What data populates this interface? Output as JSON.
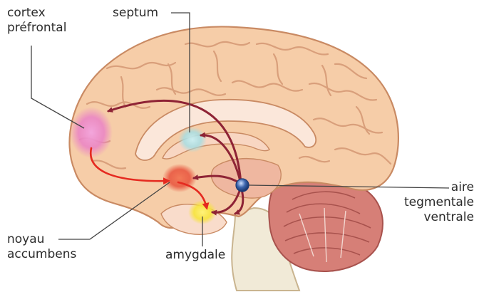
{
  "labels": {
    "cortex_prefrontal": [
      "cortex",
      "préfrontal"
    ],
    "septum": "septum",
    "aire_tegmentale_ventrale": [
      "aire",
      "tegmentale",
      "ventrale"
    ],
    "noyau_accumbens": [
      "noyau",
      "accumbens"
    ],
    "amygdale": "amygdale"
  },
  "colors": {
    "brain": "#f6cda8",
    "brain_outline": "#c98a63",
    "gyrus_line": "#d99f7b",
    "corpus_callosum": "#fbe7da",
    "pathway": "#8e2335",
    "reward_path": "#e52a20",
    "prefrontal_zone": "#ea82c6",
    "septum_zone": "#a7dde2",
    "accumbens_zone": "#e8513b",
    "amygdala_zone": "#f7e43b",
    "vta_node": "#3c65ad",
    "cerebellum": "#d67f77",
    "brainstem": "#f1ead7",
    "leader_line": "#444444"
  }
}
